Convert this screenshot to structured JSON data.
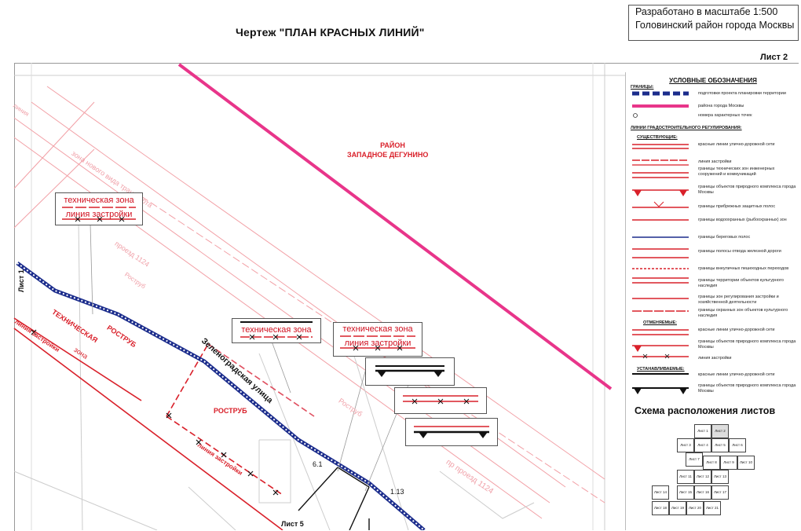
{
  "title": "Чертеж \"ПЛАН КРАСНЫХ ЛИНИЙ\"",
  "scale_box": {
    "line1": "Разработано в масштабе 1:500",
    "line2": "Головинский район города Москвы"
  },
  "sheet_label": "Лист 2",
  "map": {
    "district_line1": "РАЙОН",
    "district_line2": "ЗАПАДНОЕ ДЕГУНИНО",
    "zone_new_transport": "зона нового вида транспорта",
    "road_line": "линия",
    "proezd_1124": "проезд 1124",
    "rostrub": "Роструб",
    "rostrub_caps": "РОСТРУБ",
    "tech_zone_diag": "техническая зона",
    "tech_zone_caps": "ТЕХНИЧЕСКАЯ",
    "tech_zone_word": "зона",
    "zastroyki_diag": "линия застройки",
    "street": "Зеленоградская улица",
    "sheet1": "Лист 1",
    "sheet5": "Лист 5",
    "pr_proezd": "пр проезд 1124",
    "point_6_1": "6.1",
    "point_1_13": "1.13"
  },
  "callouts": {
    "c1_line1": "техническая зона",
    "c1_line2": "линия застройки",
    "c2_line1": "техническая зона",
    "c3_line1": "техническая зона",
    "c3_line2": "линия застройки"
  },
  "legend": {
    "title": "УСЛОВНЫЕ ОБОЗНАЧЕНИЯ",
    "boundaries_head": "ГРАНИЦЫ:",
    "b1": "подготовки проекта планировки территории",
    "b2": "района города Москвы",
    "b3": "номера характерных точек",
    "lines_head": "ЛИНИИ ГРАДОСТРОИТЕЛЬНОГО РЕГУЛИРОВАНИЯ:",
    "existing_head": "СУЩЕСТВУЮЩИЕ:",
    "e1": "красные линии улично-дорожной сети",
    "e2": "линия застройки",
    "e3": "границы технических зон инженерных сооружений и коммуникаций",
    "e4": "границы объектов природного комплекса города Москвы",
    "e5": "границы прибрежных защитных полос",
    "e6": "границы водоохранных (рыбоохранных) зон",
    "e7": "границы береговых полос",
    "e8": "границы полосы отвода железной дороги",
    "e9": "границы внеуличных пешеходных переходов",
    "e10": "границы территории объектов культурного наследия",
    "e11": "границы зон регулирования застройки и хозяйственной деятельности",
    "e12": "границы охранных зон объектов культурного наследия",
    "cancelled_head": "ОТМЕНЯЕМЫЕ:",
    "c1": "красные линии улично-дорожной сети",
    "c2": "границы объектов природного комплекса города Москвы",
    "c3": "линия застройки",
    "established_head": "УСТАНАВЛИВАЕМЫЕ:",
    "s1": "красные линии улично-дорожной сети",
    "s2": "границы объектов природного комплекса города Москвы"
  },
  "scheme": {
    "title": "Схема расположения листов",
    "cells": [
      "Лист 1",
      "Лист 2",
      "Лист 3",
      "Лист 4",
      "Лист 5",
      "Лист 6",
      "Лист 7",
      "Лист 8",
      "Лист 9",
      "Лист 10",
      "Лист 11",
      "Лист 12",
      "Лист 13",
      "Лист 14",
      "Лист 15",
      "Лист 16",
      "Лист 17",
      "Лист 18",
      "Лист 19",
      "Лист 20",
      "Лист 21"
    ]
  },
  "colors": {
    "red_line": "#d9202a",
    "pink_boundary": "#e8358a",
    "blue_dots": "#1b2c8c",
    "light_red": "#f2a0a6"
  }
}
